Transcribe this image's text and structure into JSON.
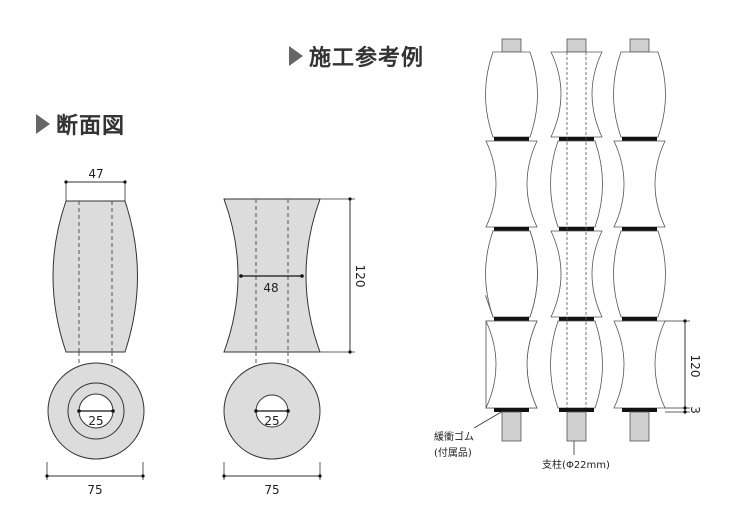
{
  "headings": {
    "section_view": "断面図",
    "construction_example": "施工参考例"
  },
  "dimensions": {
    "top_width": "47",
    "bore_left": "25",
    "base_width_left": "75",
    "waist_width": "48",
    "height_right": "120",
    "bore_right": "25",
    "base_width_right": "75",
    "example_height": "120",
    "example_gap": "3"
  },
  "labels": {
    "cushion_rubber": "緩衝ゴム",
    "included": "(付属品)",
    "support_pole": "支柱(Φ22mm)"
  },
  "colors": {
    "fill": "#dcdcdc",
    "stroke": "#333333",
    "band": "#111111"
  }
}
